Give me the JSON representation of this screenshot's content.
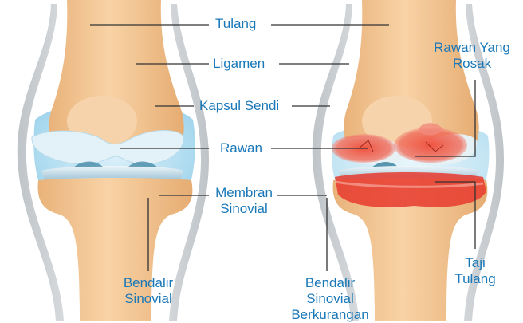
{
  "labels": {
    "tulang": "Tulang",
    "ligamen": "Ligamen",
    "kapsul_sendi": "Kapsul Sendi",
    "rawan": "Rawan",
    "membran_line1": "Membran",
    "membran_line2": "Sinovial",
    "rawan_rosak_line1": "Rawan Yang",
    "rawan_rosak_line2": "Rosak",
    "bendalir_line1": "Bendalir",
    "bendalir_line2": "Sinovial",
    "bendalir_berkurang_line1": "Bendalir",
    "bendalir_berkurang_line2": "Sinovial",
    "bendalir_berkurang_line3": "Berkurangan",
    "taji_line1": "Taji",
    "taji_line2": "Tulang"
  },
  "colors": {
    "label_text": "#1a78b8",
    "leader_line": "#333333",
    "bone": "#f2c48f",
    "capsule": "#cfd3d6",
    "fluid": "#a9daf0",
    "cartilage": "#dbeef7",
    "inflammation": "#e8392e"
  }
}
